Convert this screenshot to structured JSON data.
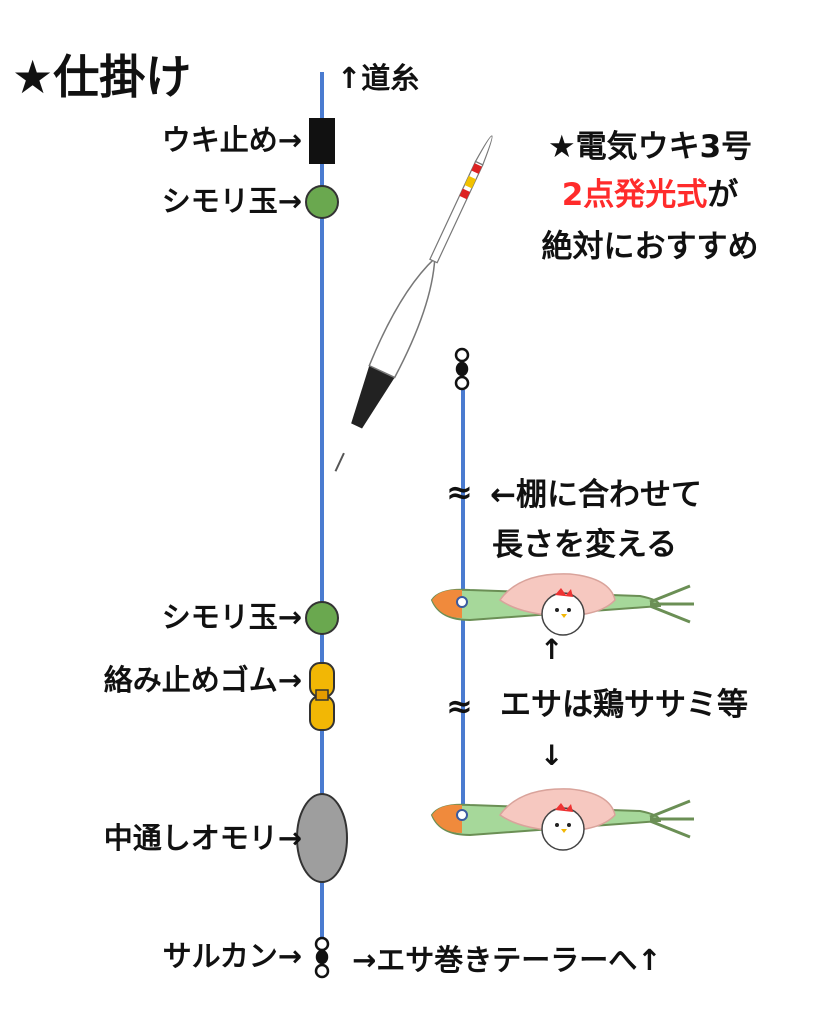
{
  "title": "★仕掛け",
  "labels": {
    "main_line": "↑道糸",
    "uki_dome": "ウキ止め→",
    "shimori_top": "シモリ玉→",
    "shimori_bottom": "シモリ玉→",
    "karami_dome": "絡み止めゴム→",
    "nakadoshi_omori": "中通しオモリ→",
    "sarukan": "サルカン→",
    "to_tailer": "→エサ巻きテーラーへ↑"
  },
  "float_note": {
    "line1": "★電気ウキ3号",
    "line2_highlight": "2点発光式",
    "line2_rest": "が",
    "line3": "絶対におすすめ"
  },
  "shelf_note": {
    "approx": "≈",
    "line1": "←棚に合わせて",
    "line2": "長さを変える"
  },
  "bait_note": {
    "approx": "≈",
    "up_arrow": "↑",
    "text": "エサは鶏ササミ等",
    "down_arrow": "↓"
  },
  "colors": {
    "line": "#4a7bd0",
    "shimori": "#6aa84f",
    "rubber": "#f2b705",
    "sinker": "#9e9e9e",
    "highlight": "#ff2b2b"
  }
}
